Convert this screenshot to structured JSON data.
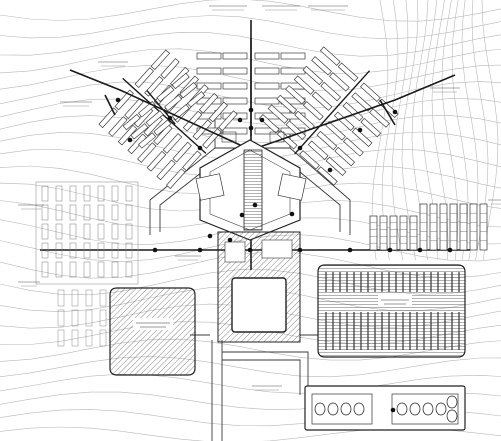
{
  "figure": {
    "kind": "engineering site plan",
    "ink_color": "#222222",
    "background_color": "#ffffff",
    "hatch_color": "#555555",
    "icons": [
      "junction-node",
      "panel-array",
      "pad",
      "building",
      "trunk-line"
    ]
  }
}
